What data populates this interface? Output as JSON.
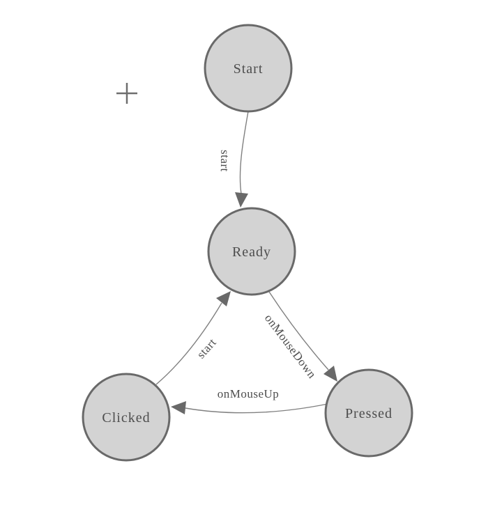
{
  "canvas": {
    "background": "#ffffff"
  },
  "palette": {
    "node_fill": "#d3d3d3",
    "node_border": "#696969",
    "edge_line": "#808080",
    "arrow_fill": "#696969",
    "label_color": "#4d4d4d",
    "cursor_color": "#6e6e6e"
  },
  "cursor": {
    "icon": "crosshair-plus"
  },
  "nodes": [
    {
      "id": "start",
      "label": "Start"
    },
    {
      "id": "ready",
      "label": "Ready"
    },
    {
      "id": "clicked",
      "label": "Clicked"
    },
    {
      "id": "pressed",
      "label": "Pressed"
    }
  ],
  "edges": [
    {
      "from": "Start",
      "to": "Ready",
      "label": "start"
    },
    {
      "from": "Ready",
      "to": "Pressed",
      "label": "onMouseDown"
    },
    {
      "from": "Pressed",
      "to": "Clicked",
      "label": "onMouseUp"
    },
    {
      "from": "Clicked",
      "to": "Ready",
      "label": "start"
    }
  ]
}
